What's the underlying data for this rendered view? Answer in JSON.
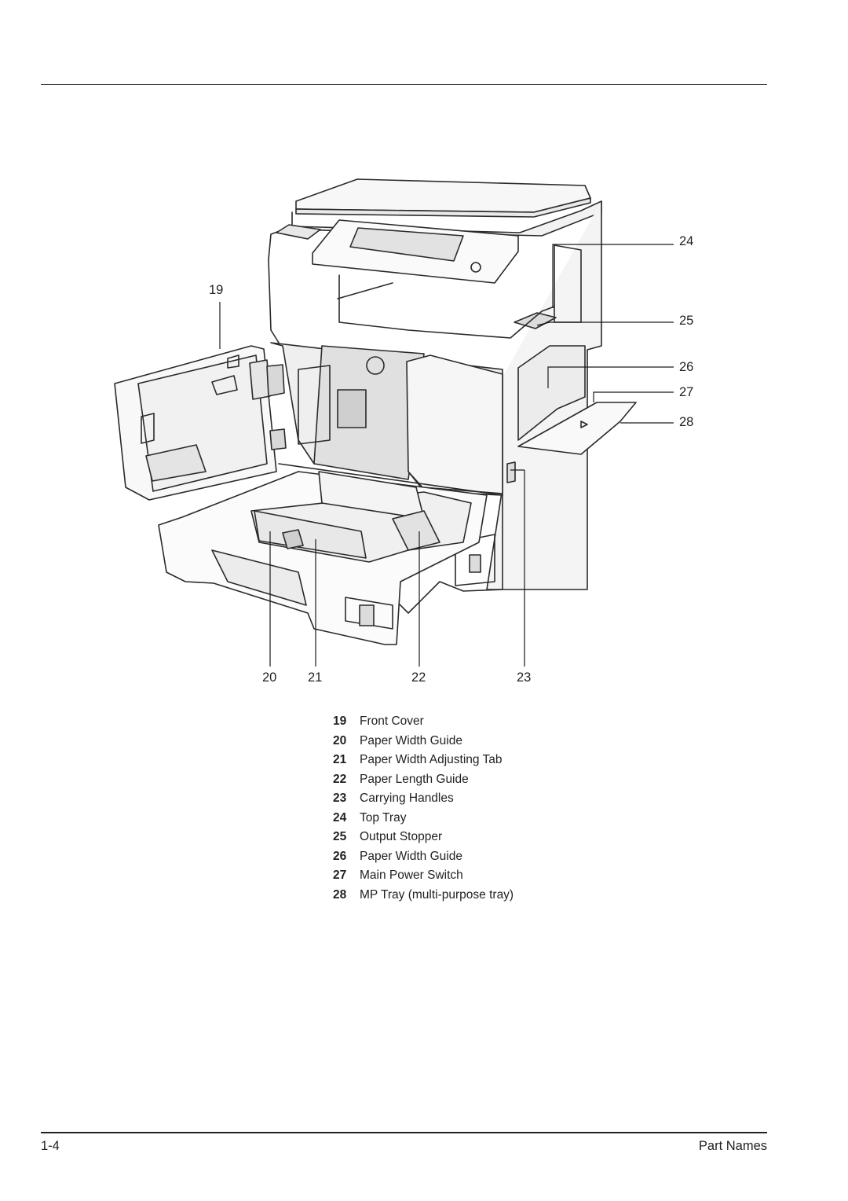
{
  "callouts": {
    "c19": "19",
    "c20": "20",
    "c21": "21",
    "c22": "22",
    "c23": "23",
    "c24": "24",
    "c25": "25",
    "c26": "26",
    "c27": "27",
    "c28": "28"
  },
  "legend": [
    {
      "num": "19",
      "label": "Front Cover"
    },
    {
      "num": "20",
      "label": "Paper Width Guide"
    },
    {
      "num": "21",
      "label": "Paper Width Adjusting Tab"
    },
    {
      "num": "22",
      "label": "Paper Length Guide"
    },
    {
      "num": "23",
      "label": "Carrying Handles"
    },
    {
      "num": "24",
      "label": "Top Tray"
    },
    {
      "num": "25",
      "label": "Output Stopper"
    },
    {
      "num": "26",
      "label": "Paper Width Guide"
    },
    {
      "num": "27",
      "label": "Main Power Switch"
    },
    {
      "num": "28",
      "label": "MP Tray (multi-purpose tray)"
    }
  ],
  "footer": {
    "page_number": "1-4",
    "section_name": "Part Names"
  }
}
